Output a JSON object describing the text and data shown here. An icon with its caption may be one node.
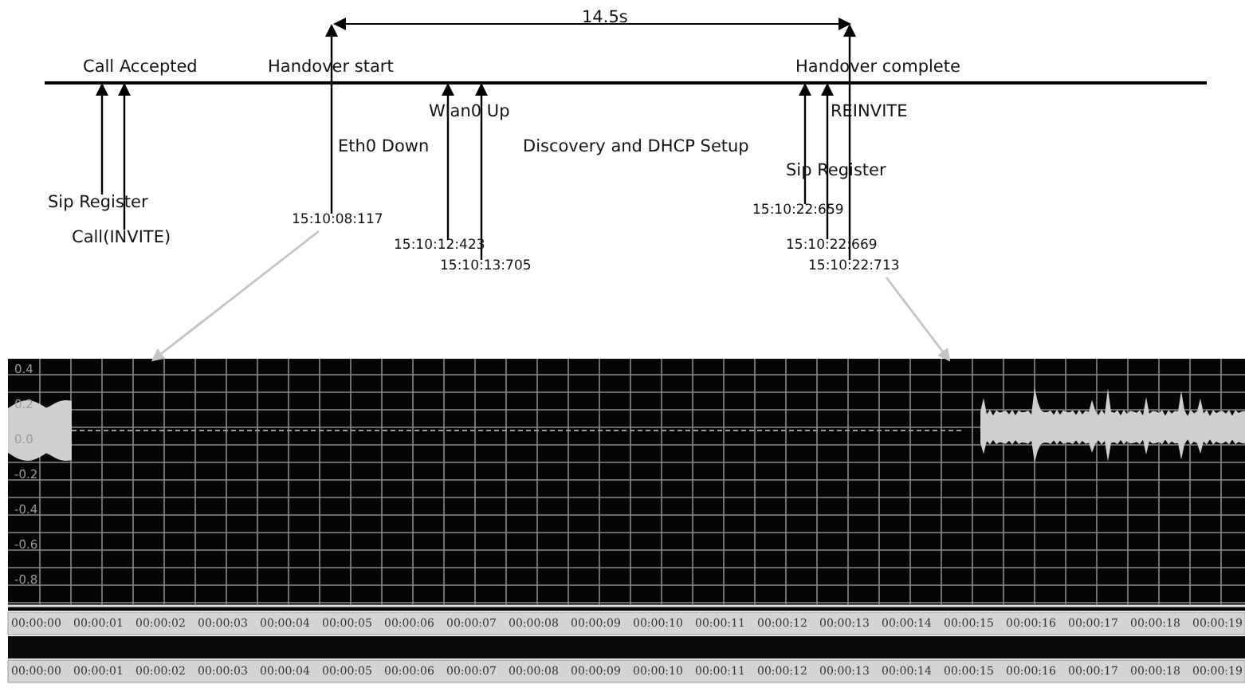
{
  "diagram": {
    "nodes": [
      {
        "text": [],
        "shape": "bar"
      },
      {
        "text": [
          "Sip Register"
        ]
      },
      {
        "text": [
          "Call(INVITE)"
        ]
      },
      {
        "text": [
          "15:10:08:117"
        ]
      },
      {
        "text": [
          "15:10:12:423"
        ]
      },
      {
        "text": [
          "15:10:13:705"
        ]
      },
      {
        "text": [
          "15:10:22:659"
        ]
      },
      {
        "text": [
          "15:10:22:669"
        ]
      },
      {
        "text": [
          "15:10:22:713"
        ]
      },
      {
        "text": [],
        "shape": "picture"
      }
    ],
    "edges": [
      {
        "from": 1,
        "to": 0,
        "arrow": "to"
      },
      {
        "from": 2,
        "to": 0,
        "arrow": "to"
      },
      {
        "from": 3,
        "to": null,
        "arrow": "to"
      },
      {
        "from": 4,
        "to": 0,
        "arrow": "to"
      },
      {
        "from": 5,
        "to": 0,
        "arrow": "to"
      },
      {
        "from": 6,
        "to": 0,
        "arrow": "to"
      },
      {
        "from": 7,
        "to": 0,
        "arrow": "to"
      },
      {
        "from": 8,
        "to": null,
        "arrow": "to"
      },
      {
        "from": 3,
        "to": 9,
        "arrow": "to",
        "color": "#c4c4c4"
      },
      {
        "from": 8,
        "to": 9,
        "arrow": "to",
        "color": "#c4c4c4"
      }
    ],
    "labels": [
      "14.5s",
      "Call Accepted",
      "Handover start",
      "Handover complete",
      "Wlan0 Up",
      "REINVITE",
      "Eth0 Down",
      "Discovery and DHCP Setup",
      "Sip Register",
      "0.4",
      "0.2",
      "0.0",
      "-0.2",
      "-0.4",
      "-0.6",
      "-0.8",
      "00:00:00",
      "00:00:01",
      "00:00:02",
      "00:00:03",
      "00:00:04",
      "00:00:05",
      "00:00:06",
      "00:00:07",
      "00:00:08",
      "00:00:09",
      "00:00:10",
      "00:00:11",
      "00:00:12",
      "00:00:13",
      "00:00:14",
      "00:00:15",
      "00:00:16",
      "00:00:17",
      "00:00:18",
      "00:00:19",
      "00:00:00",
      "00:00:01",
      "00:00:02",
      "00:00:03",
      "00:00:04",
      "00:00:05",
      "00:00:06",
      "00:00:07",
      "00:00:08",
      "00:00:09",
      "00:00:10",
      "00:00:11",
      "00:00:12",
      "00:00:13",
      "00:00:14",
      "00:00:15",
      "00:00:16",
      "00:00:17",
      "00:00:18",
      "00:00:19"
    ]
  }
}
